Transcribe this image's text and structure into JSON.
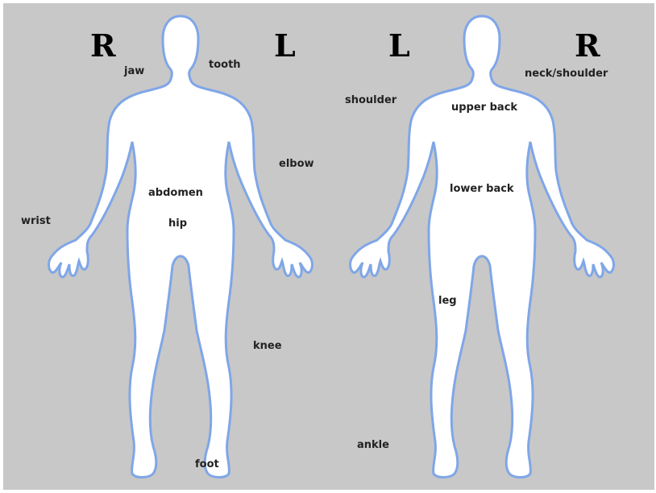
{
  "colors": {
    "background": "#c8c8c8",
    "body_fill": "#ffffff",
    "body_outline": "#7fa6e8"
  },
  "front": {
    "left_marker": "R",
    "right_marker": "L",
    "labels": {
      "jaw": "jaw",
      "tooth": "tooth",
      "elbow": "elbow",
      "abdomen": "abdomen",
      "wrist": "wrist",
      "hip": "hip",
      "knee": "knee",
      "foot": "foot"
    }
  },
  "back": {
    "left_marker": "L",
    "right_marker": "R",
    "labels": {
      "shoulder": "shoulder",
      "neck_shoulder": "neck/shoulder",
      "upper_back": "upper back",
      "lower_back": "lower back",
      "leg": "leg",
      "ankle": "ankle"
    }
  }
}
